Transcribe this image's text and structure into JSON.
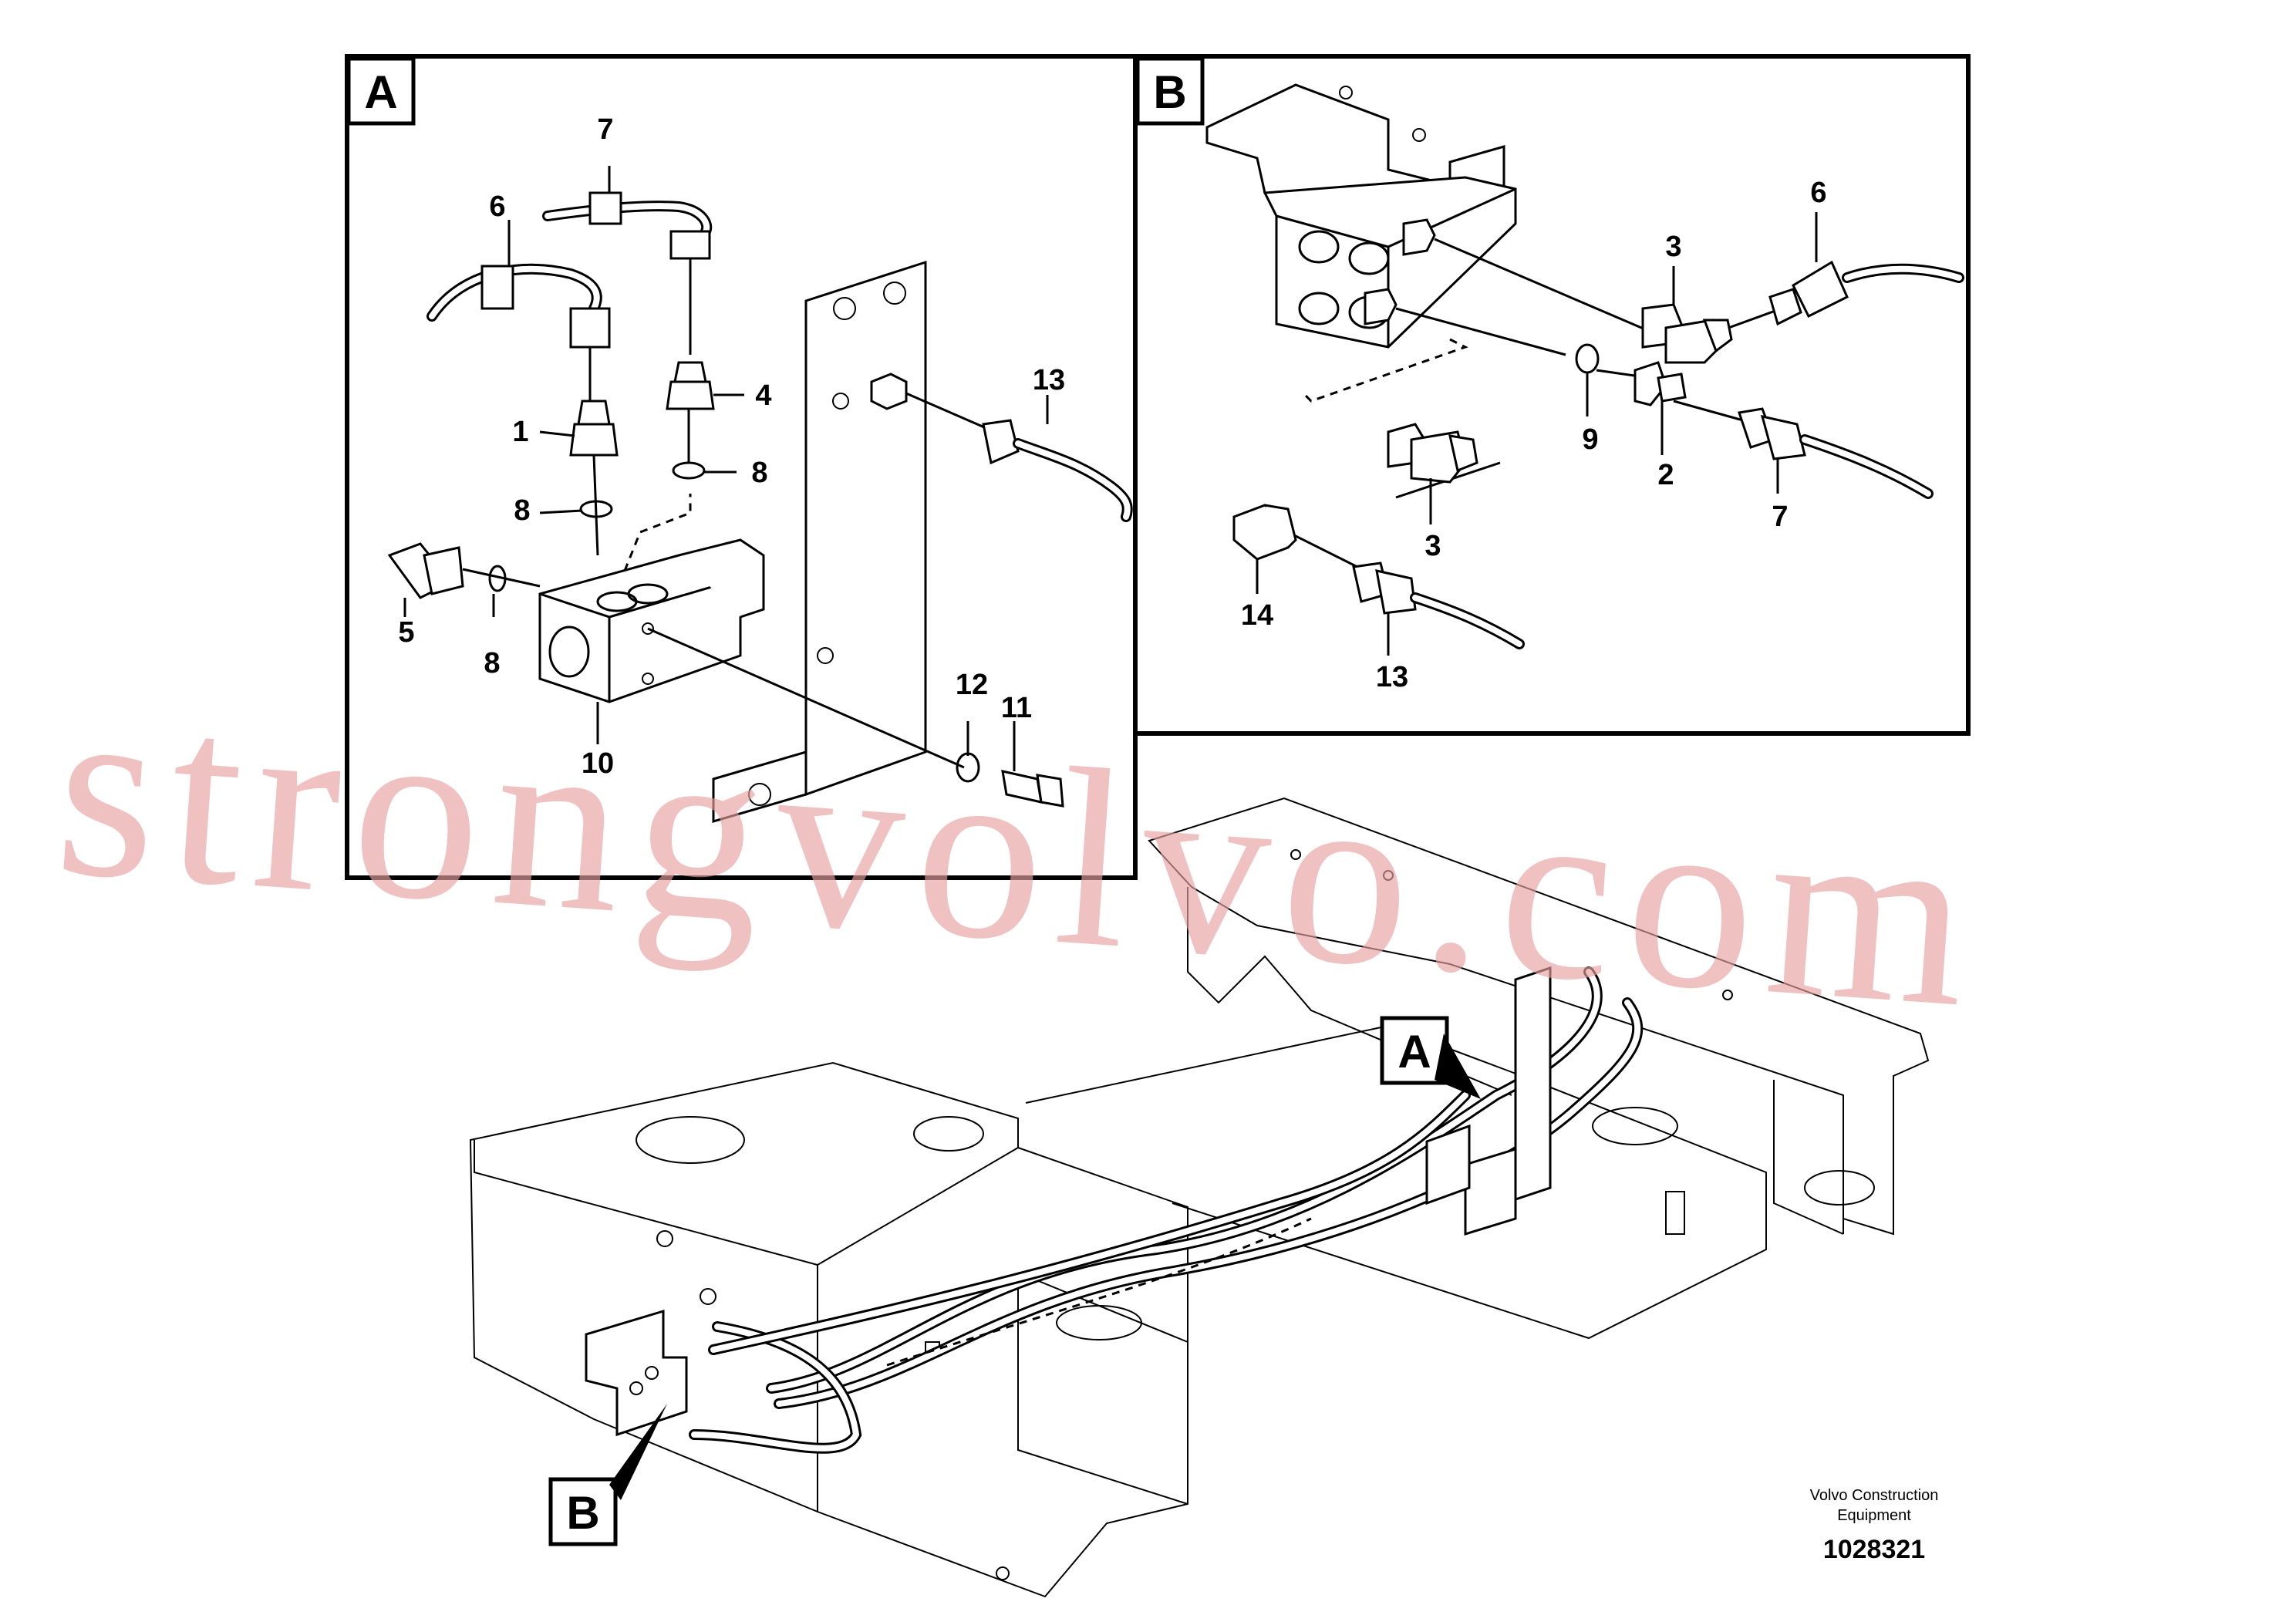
{
  "detail_boxes": {
    "a": {
      "letter": "A"
    },
    "b": {
      "letter": "B"
    }
  },
  "callouts_a": {
    "p1": "1",
    "p4": "4",
    "p5": "5",
    "p6": "6",
    "p7": "7",
    "p8_top": "8",
    "p8_mid": "8",
    "p8_low": "8",
    "p10": "10",
    "p11": "11",
    "p12": "12",
    "p13": "13"
  },
  "callouts_b": {
    "p2": "2",
    "p3_top": "3",
    "p3_low": "3",
    "p6": "6",
    "p7": "7",
    "p9": "9",
    "p13": "13",
    "p14": "14"
  },
  "overview": {
    "marker_a": "A",
    "marker_b": "B"
  },
  "watermark": "strongvolvo.com",
  "credit": {
    "line1": "Volvo Construction",
    "line2": "Equipment"
  },
  "part_number": "1028321",
  "colors": {
    "ink": "#000000",
    "watermark": "#e8a0a0",
    "background": "#ffffff"
  }
}
